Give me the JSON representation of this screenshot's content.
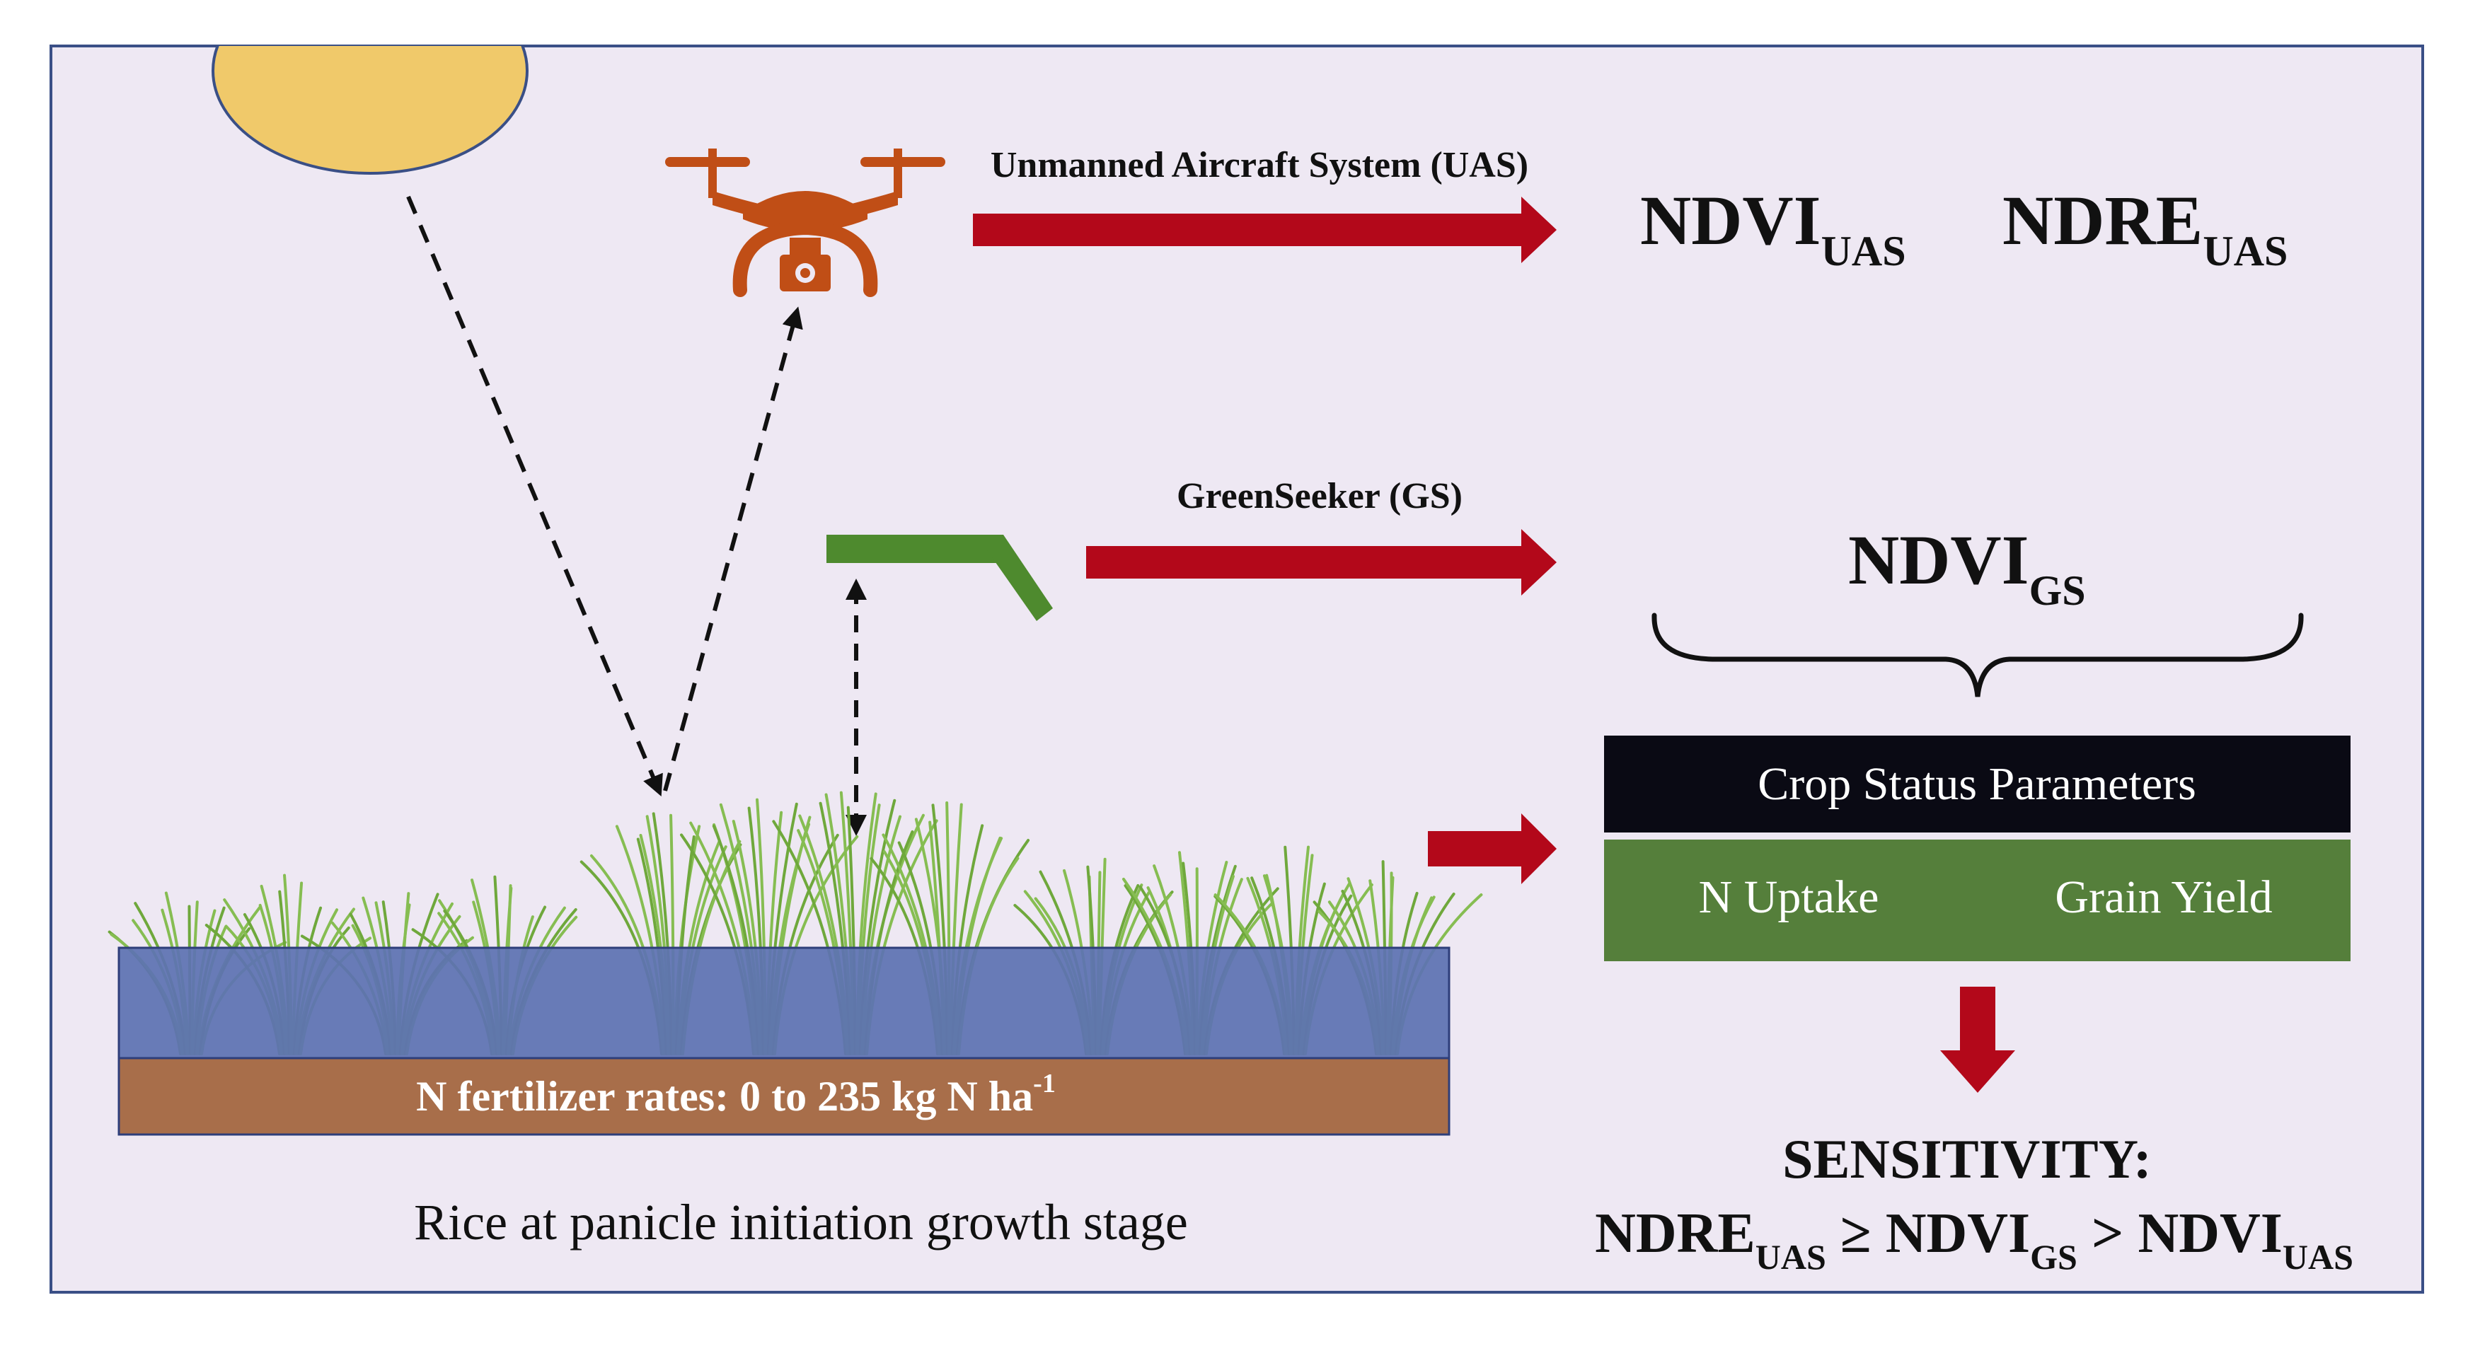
{
  "labels": {
    "uas": "Unmanned Aircraft System (UAS)",
    "gs": "GreenSeeker (GS)",
    "fertilizer_main": "N fertilizer rates: 0 to 235 kg N ha",
    "fertilizer_sup": "-1",
    "caption": "Rice at panicle initiation growth stage"
  },
  "indices": {
    "ndvi": "NDVI",
    "ndre": "NDRE",
    "uas_sub": "UAS",
    "gs_sub": "GS"
  },
  "crop_status": {
    "header": "Crop Status Parameters",
    "items": [
      "N Uptake",
      "Grain Yield"
    ]
  },
  "sensitivity": {
    "title": "SENSITIVITY:",
    "geq": "≥",
    "gt": ">"
  },
  "colors": {
    "background": "#EEE8F3",
    "border": "#3A4F86",
    "sun": "#F0C96A",
    "drone": "#C04E16",
    "arrow": "#B3081A",
    "sensor": "#4E8A2E",
    "water": "#5E72B2",
    "soil": "#A86E4A",
    "box_header": "#0A0A14",
    "box_body": "#557F3B",
    "grass": "#7FB447"
  },
  "icons": [
    "sun-icon",
    "drone-icon",
    "greenseeker-sensor-icon",
    "rice-plants-icon"
  ]
}
